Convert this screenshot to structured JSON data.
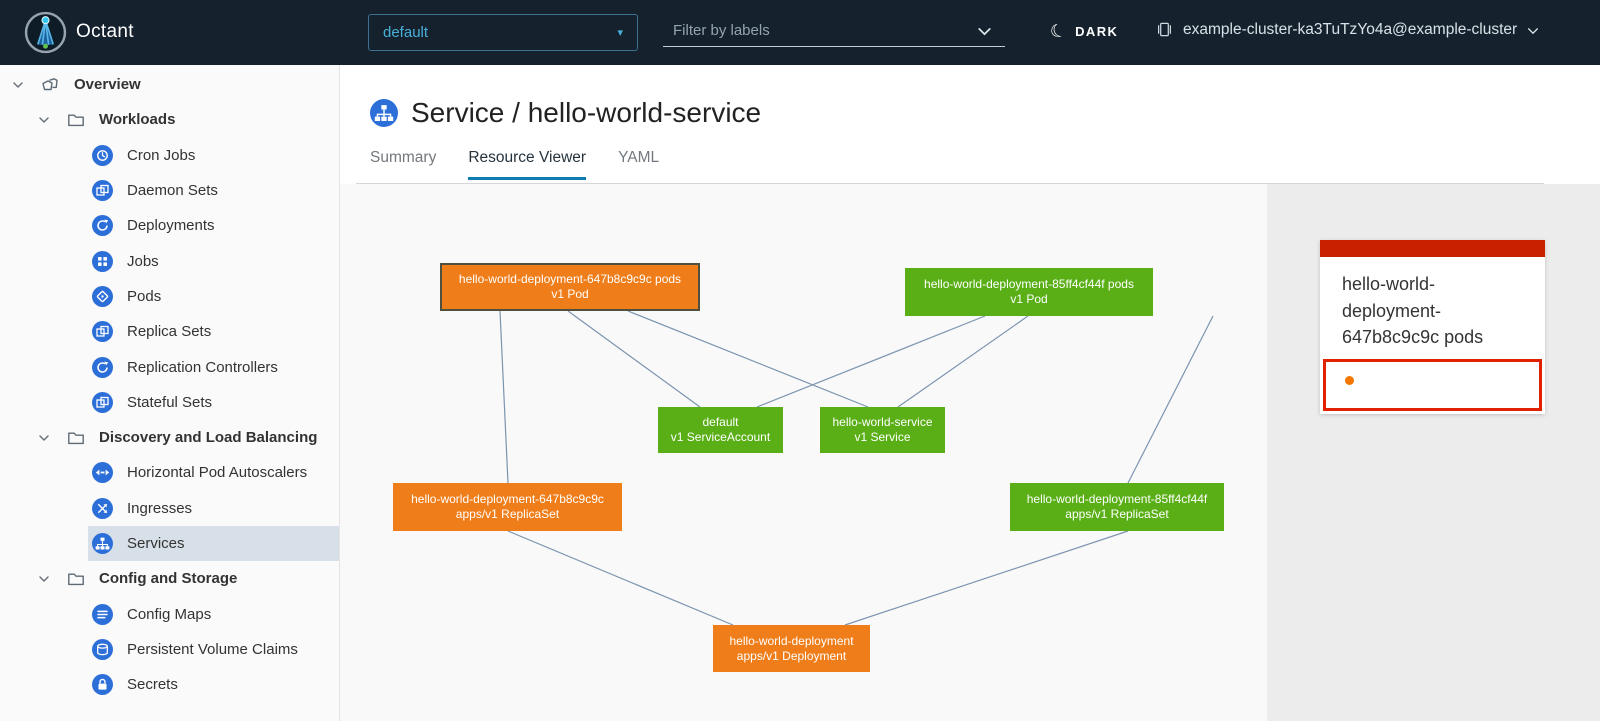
{
  "header": {
    "app_title": "Octant",
    "namespace_selector": {
      "value": "default"
    },
    "label_filter": {
      "placeholder": "Filter by labels"
    },
    "theme_toggle": {
      "label": "DARK"
    },
    "cluster_selector": {
      "label": "example-cluster-ka3TuTzYo4a@example-cluster"
    }
  },
  "sidebar": {
    "items": [
      {
        "label": "Overview",
        "icon": "overview-icon",
        "level": 0,
        "expanded": true
      },
      {
        "label": "Workloads",
        "icon": "folder-icon",
        "level": 1,
        "expanded": true
      },
      {
        "label": "Cron Jobs",
        "icon": "cron-jobs-icon",
        "level": 2
      },
      {
        "label": "Daemon Sets",
        "icon": "daemon-sets-icon",
        "level": 2
      },
      {
        "label": "Deployments",
        "icon": "deployments-icon",
        "level": 2
      },
      {
        "label": "Jobs",
        "icon": "jobs-icon",
        "level": 2
      },
      {
        "label": "Pods",
        "icon": "pods-icon",
        "level": 2
      },
      {
        "label": "Replica Sets",
        "icon": "replica-sets-icon",
        "level": 2
      },
      {
        "label": "Replication Controllers",
        "icon": "replication-controllers-icon",
        "level": 2
      },
      {
        "label": "Stateful Sets",
        "icon": "stateful-sets-icon",
        "level": 2
      },
      {
        "label": "Discovery and Load Balancing",
        "icon": "folder-icon",
        "level": 1,
        "expanded": true
      },
      {
        "label": "Horizontal Pod Autoscalers",
        "icon": "hpa-icon",
        "level": 2
      },
      {
        "label": "Ingresses",
        "icon": "ingresses-icon",
        "level": 2
      },
      {
        "label": "Services",
        "icon": "services-icon",
        "level": 2,
        "active": true
      },
      {
        "label": "Config and Storage",
        "icon": "folder-icon",
        "level": 1,
        "expanded": true
      },
      {
        "label": "Config Maps",
        "icon": "config-maps-icon",
        "level": 2
      },
      {
        "label": "Persistent Volume Claims",
        "icon": "pvc-icon",
        "level": 2
      },
      {
        "label": "Secrets",
        "icon": "secrets-icon",
        "level": 2
      }
    ]
  },
  "main": {
    "page_title": "Service / hello-world-service",
    "tabs": [
      {
        "label": "Summary",
        "active": false
      },
      {
        "label": "Resource Viewer",
        "active": true
      },
      {
        "label": "YAML",
        "active": false
      }
    ]
  },
  "graph": {
    "nodes": [
      {
        "id": "pod-647b8c9c9c",
        "line1": "hello-world-deployment-647b8c9c9c pods",
        "line2": "v1 Pod",
        "status": "warning",
        "selected": true
      },
      {
        "id": "pod-85ff4cf44f",
        "line1": "hello-world-deployment-85ff4cf44f pods",
        "line2": "v1 Pod",
        "status": "ok",
        "selected": false
      },
      {
        "id": "serviceaccount-default",
        "line1": "default",
        "line2": "v1 ServiceAccount",
        "status": "ok",
        "selected": false
      },
      {
        "id": "service-hello-world",
        "line1": "hello-world-service",
        "line2": "v1 Service",
        "status": "ok",
        "selected": false
      },
      {
        "id": "replicaset-647b8c9c9c",
        "line1": "hello-world-deployment-647b8c9c9c",
        "line2": "apps/v1 ReplicaSet",
        "status": "warning",
        "selected": false
      },
      {
        "id": "replicaset-85ff4cf44f",
        "line1": "hello-world-deployment-85ff4cf44f",
        "line2": "apps/v1 ReplicaSet",
        "status": "ok",
        "selected": false
      },
      {
        "id": "deployment-hello-world",
        "line1": "hello-world-deployment",
        "line2": "apps/v1 Deployment",
        "status": "warning",
        "selected": false
      }
    ],
    "edges": [
      {
        "from": "pod-647b8c9c9c",
        "to": "replicaset-647b8c9c9c"
      },
      {
        "from": "pod-647b8c9c9c",
        "to": "serviceaccount-default"
      },
      {
        "from": "pod-647b8c9c9c",
        "to": "service-hello-world"
      },
      {
        "from": "pod-85ff4cf44f",
        "to": "serviceaccount-default"
      },
      {
        "from": "pod-85ff4cf44f",
        "to": "service-hello-world"
      },
      {
        "from": "pod-85ff4cf44f",
        "to": "replicaset-85ff4cf44f"
      },
      {
        "from": "replicaset-647b8c9c9c",
        "to": "deployment-hello-world"
      },
      {
        "from": "replicaset-85ff4cf44f",
        "to": "deployment-hello-world"
      }
    ]
  },
  "detail_card": {
    "title": "hello-world-deployment-647b8c9c9c pods",
    "status_dot": "warning"
  },
  "colors": {
    "header_bg": "#15222e",
    "accent_blue": "#49afd9",
    "node_orange": "#ef7d1a",
    "node_green": "#5aaf17",
    "selected_node_border": "#50503f",
    "edge_line": "#6e8aa8",
    "card_header_red": "#c92100",
    "status_border_red": "#e12200",
    "status_dot_orange": "#f57600",
    "tab_active_underline": "#0f7db2",
    "sidebar_active_bg": "#d7e0e8",
    "resource_icon_blue": "#2d6fd8"
  }
}
